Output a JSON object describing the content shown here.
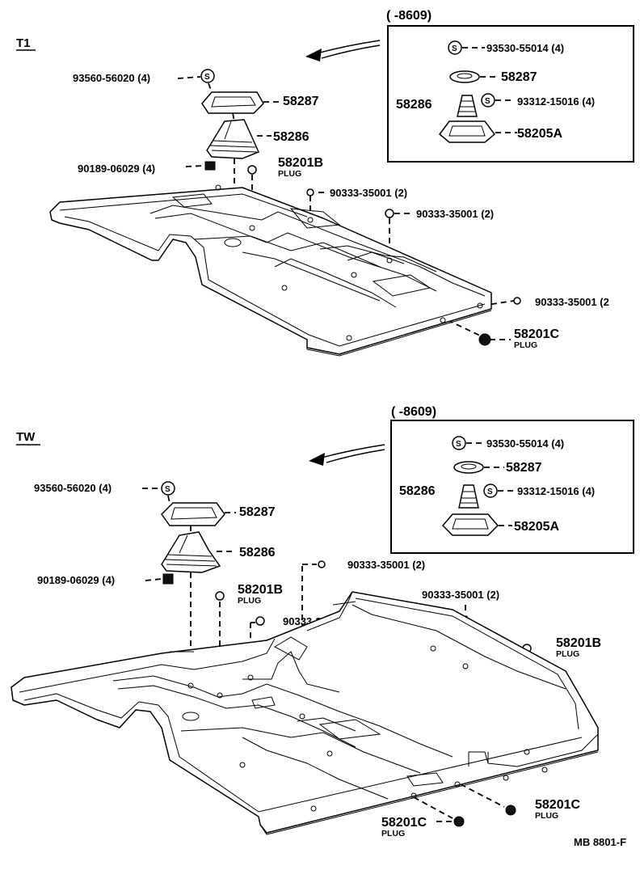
{
  "sections": [
    {
      "id": "t1",
      "title": "T1",
      "inset_range": "(        -8609)",
      "inset": {
        "p1": "93530-55014 (4)",
        "p2": "58287",
        "p3": "58286",
        "p4": "93312-15016 (4)",
        "p5": "58205A"
      },
      "parts": {
        "screw_a": "93560-56020 (4)",
        "retainer": "58287",
        "boot": "58286",
        "nut": "90189-06029 (4)",
        "plug_b": "58201B",
        "plug_b_sub": "PLUG",
        "grom1": "90333-35001 (2)",
        "grom2": "90333-35001 (2)",
        "grom3": "90333-35001 (2",
        "plug_c": "58201C",
        "plug_c_sub": "PLUG"
      }
    },
    {
      "id": "tw",
      "title": "TW",
      "inset_range": "(        -8609)",
      "inset": {
        "p1": "93530-55014 (4)",
        "p2": "58287",
        "p3": "58286",
        "p4": "93312-15016 (4)",
        "p5": "58205A"
      },
      "parts": {
        "screw_a": "93560-56020 (4)",
        "retainer": "58287",
        "boot": "58286",
        "nut": "90189-06029 (4)",
        "plug_b": "58201B",
        "plug_b_sub": "PLUG",
        "grom1": "90333-35001 (2)",
        "grom2": "90333-35001 (2)",
        "grom3": "90333-35001 (2)",
        "plug_b2": "58201B",
        "plug_b2_sub": "PLUG",
        "plug_c1": "58201C",
        "plug_c1_sub": "PLUG",
        "plug_c2": "58201C",
        "plug_c2_sub": "PLUG"
      }
    }
  ],
  "screw_glyph": "S",
  "footer_code": "MB 8801-F"
}
